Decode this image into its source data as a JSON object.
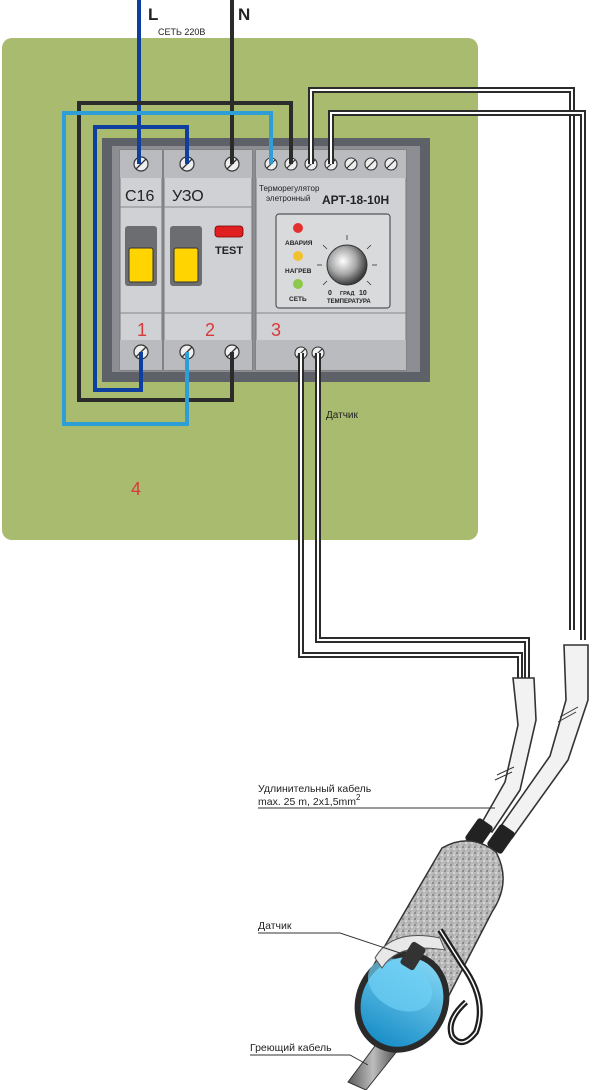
{
  "supply": {
    "phase_label": "L",
    "neutral_label": "N",
    "network_label": "СЕТЬ 220В"
  },
  "breaker": {
    "label": "С16",
    "number": "1"
  },
  "rcd": {
    "label": "УЗО",
    "test_label": "TEST",
    "number": "2"
  },
  "thermostat": {
    "title_line1": "Терморегулятор",
    "title_line2": "элетронный",
    "model": "АРТ-18-10Н",
    "number": "3",
    "leds": [
      {
        "label": "АВАРИЯ",
        "color": "#e53030"
      },
      {
        "label": "НАГРЕВ",
        "color": "#f2c12e"
      },
      {
        "label": "СЕТЬ",
        "color": "#8cc84b"
      }
    ],
    "knob_min": "0",
    "knob_unit": "ГРАД",
    "knob_max": "10",
    "knob_caption": "ТЕМПЕРАТУРА"
  },
  "panel": {
    "number": "4",
    "color": "#a9bb6e"
  },
  "sensor_label_panel": "Датчик",
  "callouts": {
    "extension_line1": "Удлинительный кабель",
    "extension_line2": "max. 25 m, 2x1,5mm",
    "extension_sup": "2",
    "sensor": "Датчик",
    "heating_cable": "Греющий кабель"
  }
}
